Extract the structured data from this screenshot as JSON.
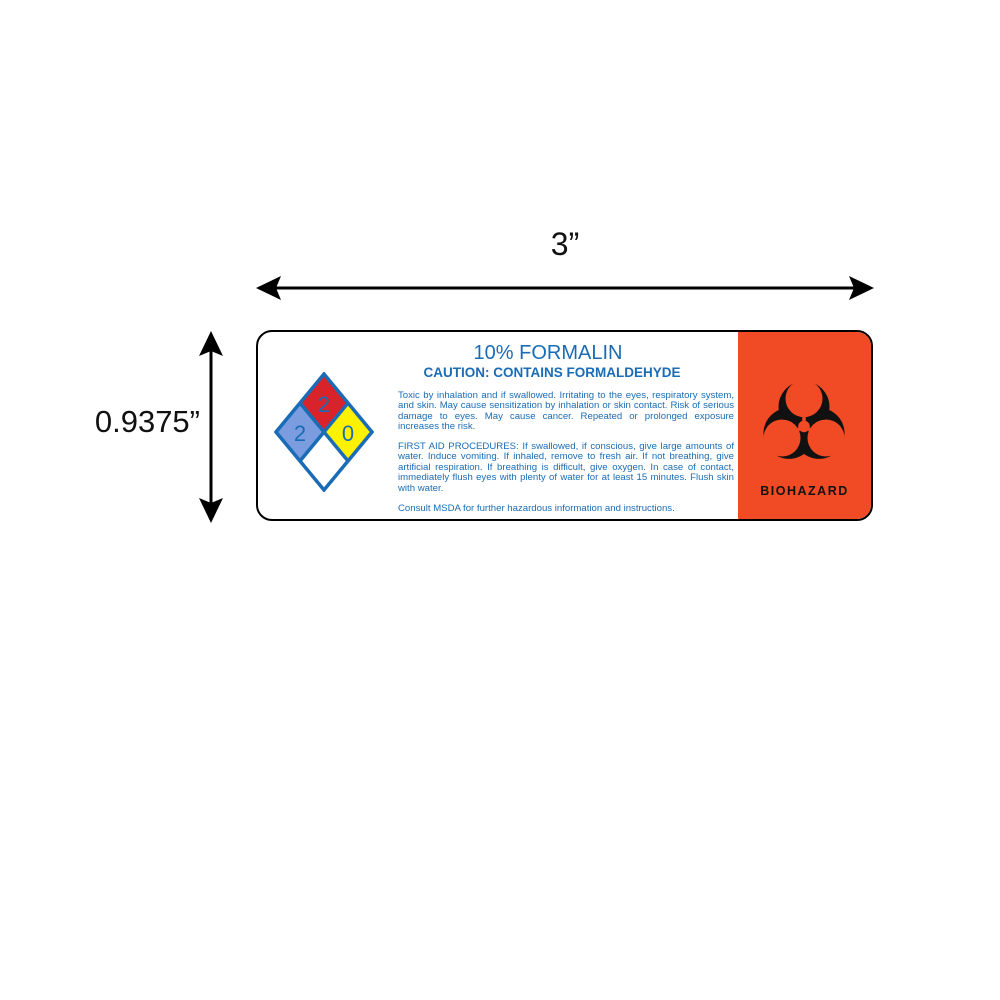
{
  "dimensions": {
    "width_label": "3”",
    "height_label": "0.9375”"
  },
  "label": {
    "title": "10% FORMALIN",
    "caution": "CAUTION: CONTAINS FORMALDEHYDE",
    "hazard_text": "Toxic by inhalation and if swallowed. Irritating to the eyes, respiratory system, and skin. May cause sensitization by inhalation or skin contact. Risk of serious damage to eyes. May cause cancer. Repeated or prolonged exposure increases the risk.",
    "first_aid_text": "FIRST AID PROCEDURES: If swallowed, if conscious, give large amounts of water. Induce vomiting. If inhaled, remove to fresh air. If not breathing, give artificial respiration. If breathing is difficult, give oxygen. In case of contact, immediately flush eyes with plenty of water for at least 15 minutes. Flush skin with water.",
    "msds_text": "Consult MSDA for further hazardous information and instructions.",
    "nfpa": {
      "health": "2",
      "flammability": "2",
      "instability": "0",
      "special": ""
    },
    "biohazard_label": "BIOHAZARD"
  },
  "colors": {
    "text_blue": "#1a6cb6",
    "biohazard_orange": "#f04b24",
    "nfpa_health": "#7b9de0",
    "nfpa_flammability": "#d8232a",
    "nfpa_instability": "#fff200",
    "nfpa_border": "#1a6cb6"
  },
  "icons": {
    "biohazard": "biohazard-icon",
    "nfpa": "nfpa-diamond-icon"
  }
}
